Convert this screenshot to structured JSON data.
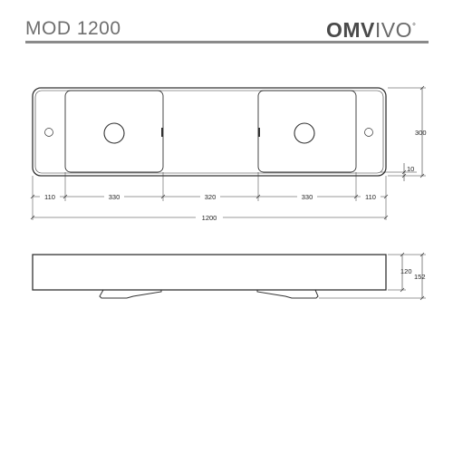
{
  "header": {
    "model_title": "MOD 1200",
    "brand_bold": "OMV",
    "brand_light": "IVO",
    "brand_mark": "°"
  },
  "top_view": {
    "widths": {
      "left_margin": "110",
      "left_bowl": "330",
      "center": "320",
      "right_bowl": "330",
      "right_margin": "110"
    },
    "total_width": "1200",
    "depth": "300",
    "rim": "10"
  },
  "front_view": {
    "body_height": "120",
    "total_height": "152"
  },
  "colors": {
    "line": "#333333",
    "header_text": "#6f6f6f",
    "rule": "#8a8a8a"
  }
}
